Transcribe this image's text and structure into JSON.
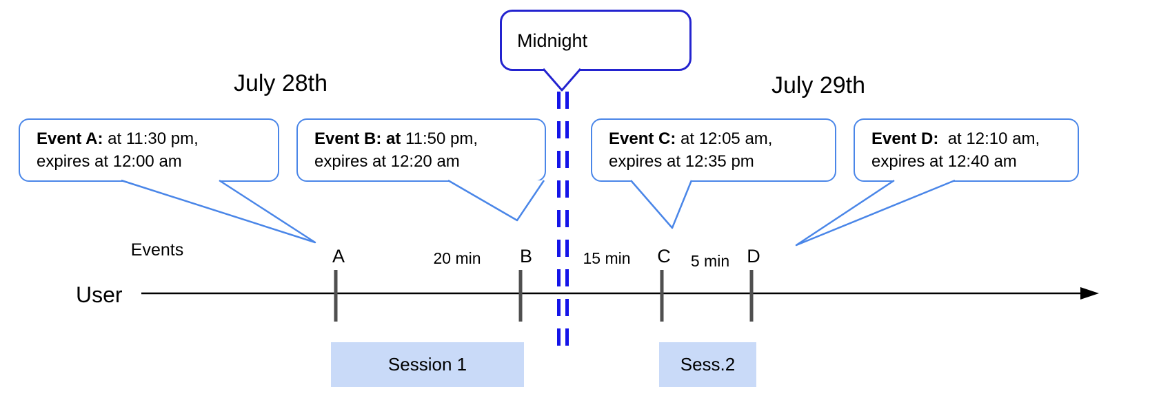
{
  "diagram": {
    "dates": {
      "left": "July 28th",
      "right": "July 29th"
    },
    "midnight_label": "Midnight",
    "events_axis_label": "Events",
    "user_label": "User",
    "callouts": [
      {
        "id": "A",
        "bold": "Event A:",
        "rest": " at 11:30 pm,",
        "line2": "expires at 12:00 am"
      },
      {
        "id": "B",
        "bold": "Event B: at",
        "rest": " 11:50 pm,",
        "line2": "expires at 12:20 am"
      },
      {
        "id": "C",
        "bold": "Event C:",
        "rest": " at 12:05 am,",
        "line2": "expires at 12:35 pm"
      },
      {
        "id": "D",
        "bold": "Event D:",
        "rest": "  at 12:10 am,",
        "line2": "expires at 12:40 am"
      }
    ],
    "tick_labels": [
      "A",
      "B",
      "C",
      "D"
    ],
    "gap_labels": [
      "20 min",
      "15 min",
      "5 min"
    ],
    "sessions": [
      {
        "label": "Session 1"
      },
      {
        "label": "Sess.2"
      }
    ],
    "colors": {
      "callout_border": "#4a86e8",
      "midnight_border": "#2323cf",
      "dash": "#1414e8",
      "session_fill": "#c9daf8",
      "tick": "#4f4f4f"
    }
  }
}
